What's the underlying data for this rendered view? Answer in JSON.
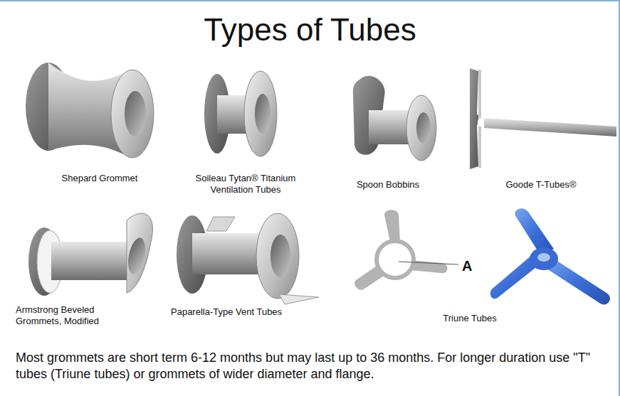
{
  "diagram": {
    "title": "Types of Tubes",
    "labels": [
      "Shepard Grommet",
      "Soileau Tytan® Titanium Ventilation Tubes",
      "Spoon Bobbins",
      "Goode T-Tubes®",
      "Armstrong Beveled Grommets, Modified",
      "Paparella-Type Vent Tubes",
      "A",
      "Triune Tubes"
    ],
    "caption": "Most grommets are short term 6-12 months but may last up to 36 months. For longer duration use \"T\" tubes (Triune tubes) or grommets of wider diameter and flange."
  }
}
